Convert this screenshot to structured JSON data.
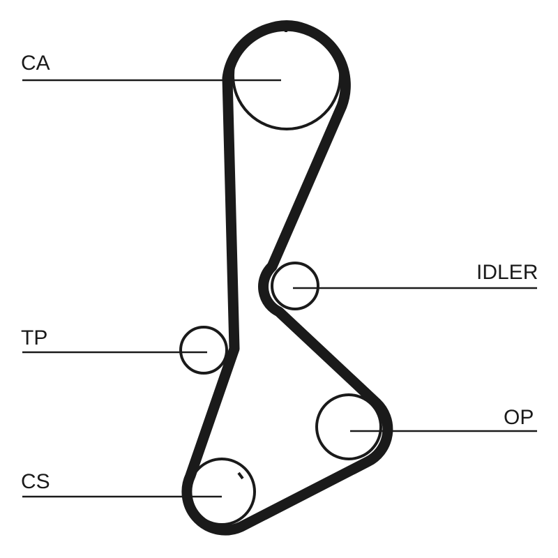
{
  "labels": {
    "ca": "CA",
    "idler": "IDLER",
    "tp": "TP",
    "op": "OP",
    "cs": "CS"
  },
  "colors": {
    "stroke": "#1a1a1a",
    "background": "#ffffff"
  }
}
